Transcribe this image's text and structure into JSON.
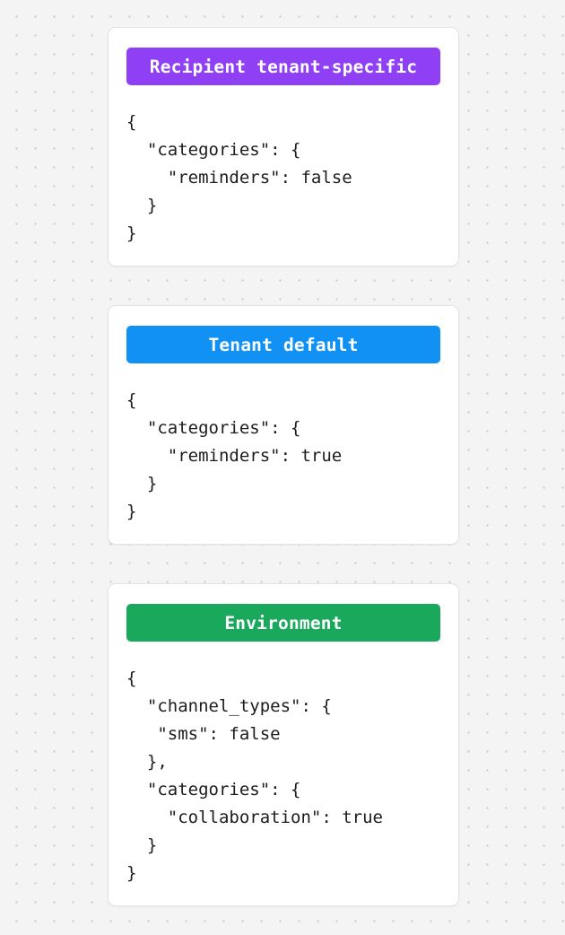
{
  "canvas": {
    "background_color": "#f4f4f4",
    "dot_color": "#c9c9c9"
  },
  "cards": [
    {
      "id": "recipient-tenant-specific",
      "badge_label": "Recipient tenant-specific",
      "badge_color": "#8f40f5",
      "code": "{\n  \"categories\": {\n    \"reminders\": false\n  }\n}"
    },
    {
      "id": "tenant-default",
      "badge_label": "Tenant default",
      "badge_color": "#1291f5",
      "code": "{\n  \"categories\": {\n    \"reminders\": true\n  }\n}"
    },
    {
      "id": "environment",
      "badge_label": "Environment",
      "badge_color": "#19a85c",
      "code": "{\n  \"channel_types\": {\n   \"sms\": false\n  },\n  \"categories\": {\n    \"collaboration\": true\n  }\n}"
    }
  ]
}
